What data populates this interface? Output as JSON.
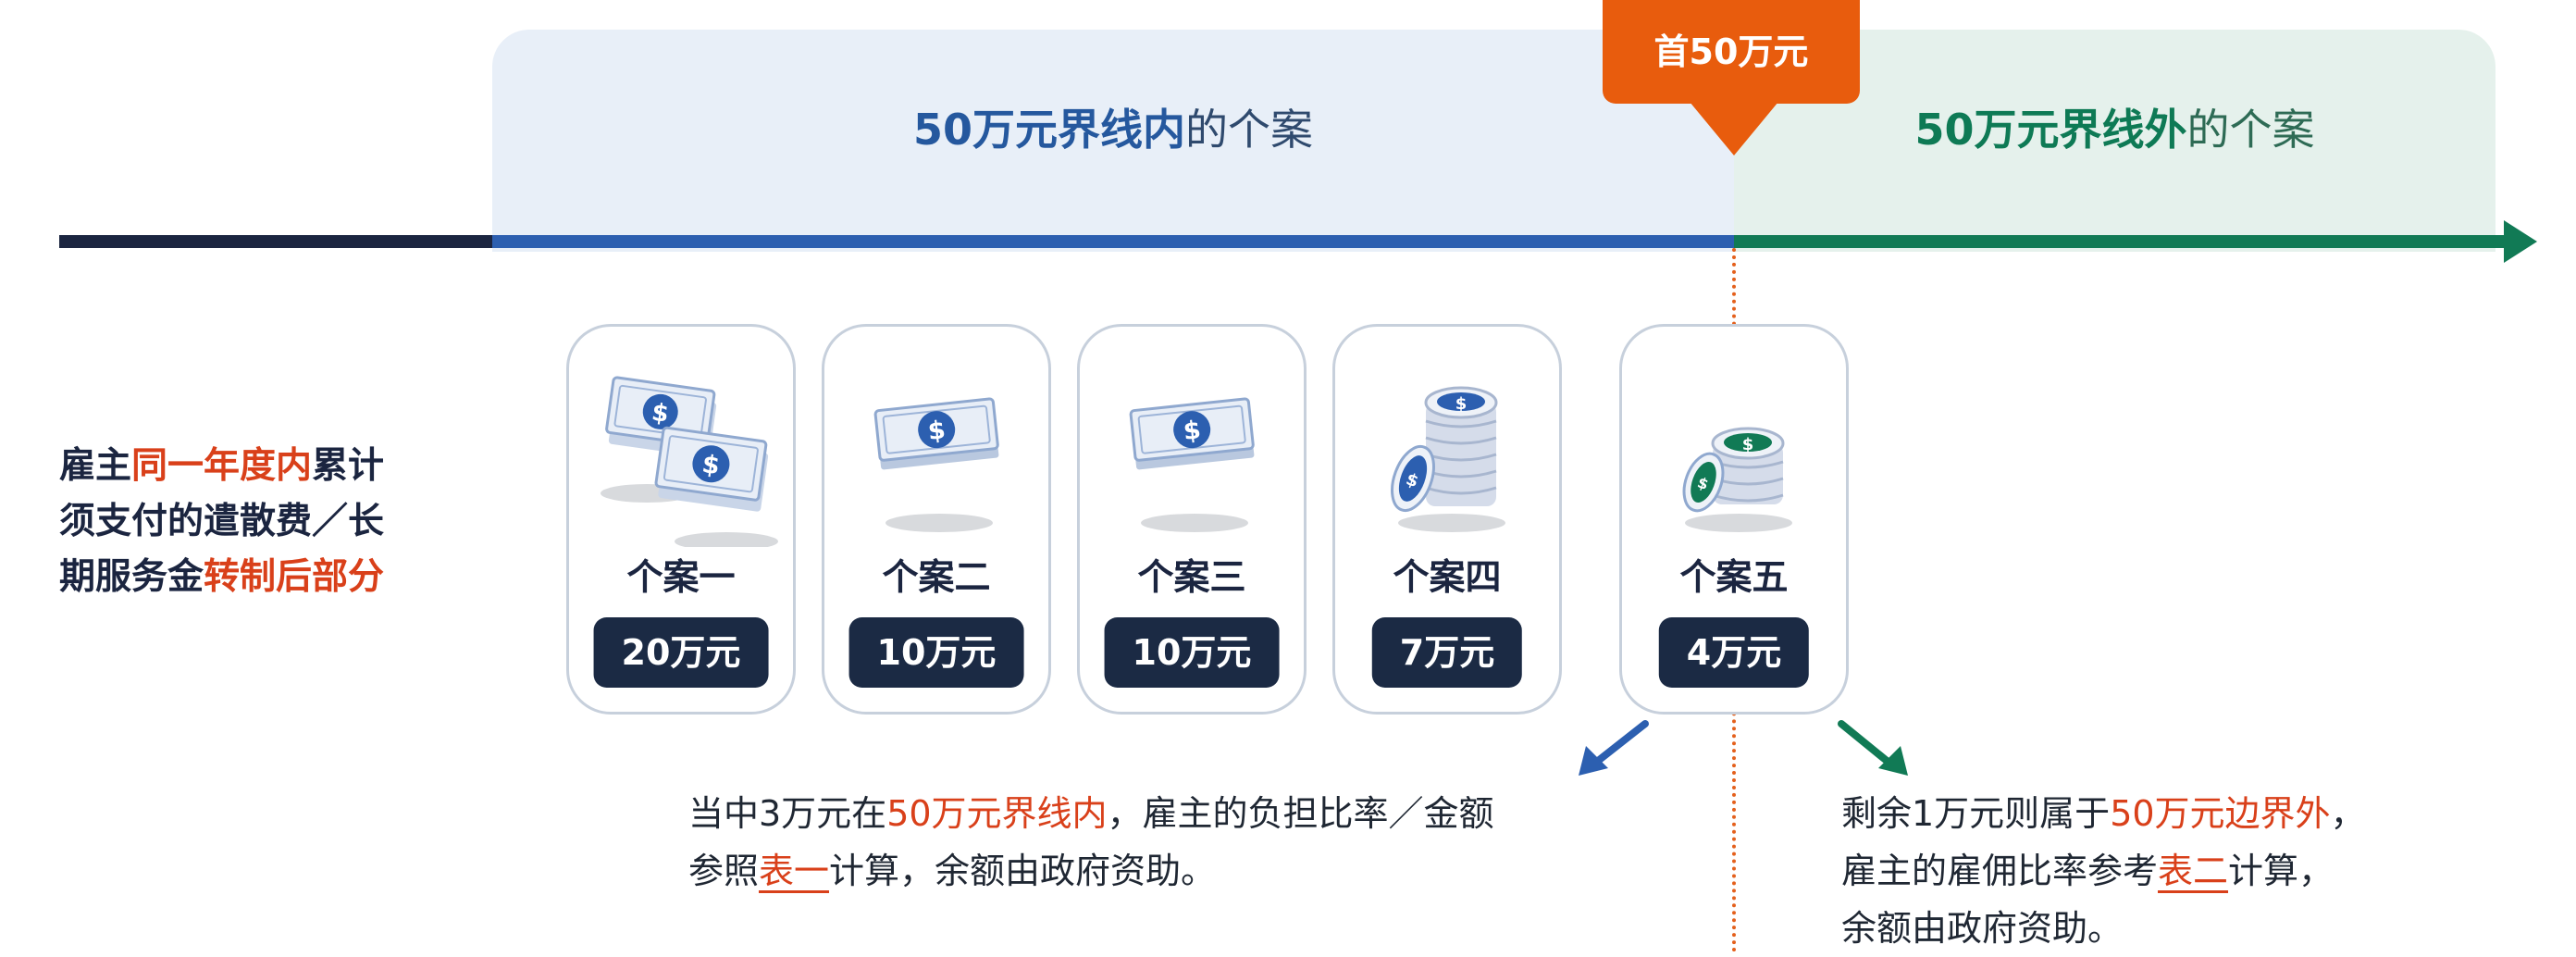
{
  "header": {
    "inside_bold": "50万元界线内",
    "inside_plain": "的个案",
    "outside_bold": "50万元界线外",
    "outside_plain": "的个案",
    "marker": "首50万元"
  },
  "side_label": {
    "p1": "雇主",
    "hl1": "同一年度内",
    "p2": "累计",
    "p3": "须支付的遣散费／长",
    "p4": "期服务金",
    "hl2": "转制后部分"
  },
  "cases": [
    {
      "name": "个案一",
      "amount": "20万元",
      "icon": "banknotes-stack-icon"
    },
    {
      "name": "个案二",
      "amount": "10万元",
      "icon": "banknote-icon"
    },
    {
      "name": "个案三",
      "amount": "10万元",
      "icon": "banknote-icon"
    },
    {
      "name": "个案四",
      "amount": "7万元",
      "icon": "coin-stack-icon"
    },
    {
      "name": "个案五",
      "amount": "4万元",
      "icon": "coin-stack-green-icon"
    }
  ],
  "note_left": {
    "a": "当中3万元在",
    "hl": "50万元界线内",
    "b": "，雇主的负担比率／金额",
    "c": "参照",
    "ul": "表一",
    "d": "计算，余额由政府资助。"
  },
  "note_right": {
    "a": "剩余1万元则属于",
    "hl": "50万元边界外",
    "b": "，",
    "c": "雇主的雇佣比率参考",
    "ul": "表二",
    "d": "计算，",
    "e": "余额由政府资助。"
  },
  "colors": {
    "navy": "#1b2540",
    "blue": "#2c5fb0",
    "green": "#117a55",
    "orange": "#e85c0d",
    "highlight": "#d9401a"
  }
}
